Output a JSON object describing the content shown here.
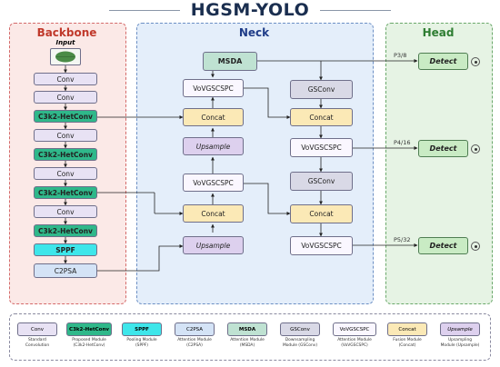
{
  "title": "HGSM-YOLO",
  "colors": {
    "backbone": "#c0392b",
    "neck": "#1f3c88",
    "head": "#2e7d32"
  },
  "backbone": {
    "title": "Backbone",
    "input_label": "Input",
    "layers": [
      "Conv",
      "Conv",
      "C3k2-HetConv",
      "Conv",
      "C3k2-HetConv",
      "Conv",
      "C3k2-HetConv",
      "Conv",
      "C3k2-HetConv",
      "SPPF",
      "C2PSA"
    ]
  },
  "neck": {
    "title": "Neck",
    "msda": "MSDA",
    "left_col": [
      "VoVGSCSPC",
      "Concat",
      "Upsample",
      "VoVGSCSPC",
      "Concat",
      "Upsample"
    ],
    "right_col": [
      "GSConv",
      "Concat",
      "VoVGSCSPC",
      "GSConv",
      "Concat",
      "VoVGSCSPC"
    ]
  },
  "head": {
    "title": "Head",
    "outputs": [
      {
        "label": "P3/8",
        "detect": "Detect"
      },
      {
        "label": "P4/16",
        "detect": "Detect"
      },
      {
        "label": "P5/32",
        "detect": "Detect"
      }
    ]
  },
  "legend": [
    {
      "name": "Conv",
      "desc": "Standard\nConvolution"
    },
    {
      "name": "C3k2-HetConv",
      "desc": "Proposed Module\n(C3k2-HetConv)"
    },
    {
      "name": "SPPF",
      "desc": "Pooling Module\n(SPPF)"
    },
    {
      "name": "C2PSA",
      "desc": "Attention Module\n(C2PSA)"
    },
    {
      "name": "MSDA",
      "desc": "Attention Module\n(MSDA)"
    },
    {
      "name": "GSConv",
      "desc": "Downsampling\nModule (GSConv)"
    },
    {
      "name": "VoVGSCSPC",
      "desc": "Attention Module\n(VoVGSCSPC)"
    },
    {
      "name": "Concat",
      "desc": "Fusion Module\n(Concat)"
    },
    {
      "name": "Upsample",
      "desc": "Upsampling\nModule (Upsample)"
    }
  ]
}
